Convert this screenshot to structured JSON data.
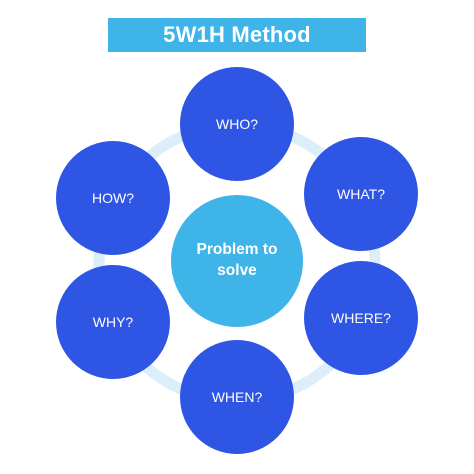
{
  "title": "5W1H Method",
  "center": {
    "line1": "Problem to",
    "line2": "solve"
  },
  "nodes": {
    "who": "WHO?",
    "what": "WHAT?",
    "where": "WHERE?",
    "when": "WHEN?",
    "why": "WHY?",
    "how": "HOW?"
  },
  "colors": {
    "title_bg": "#3fb4e8",
    "node_fill": "#2f55e4",
    "center_fill": "#3fb4e8",
    "ring": "#dceefa",
    "text": "#ffffff"
  }
}
